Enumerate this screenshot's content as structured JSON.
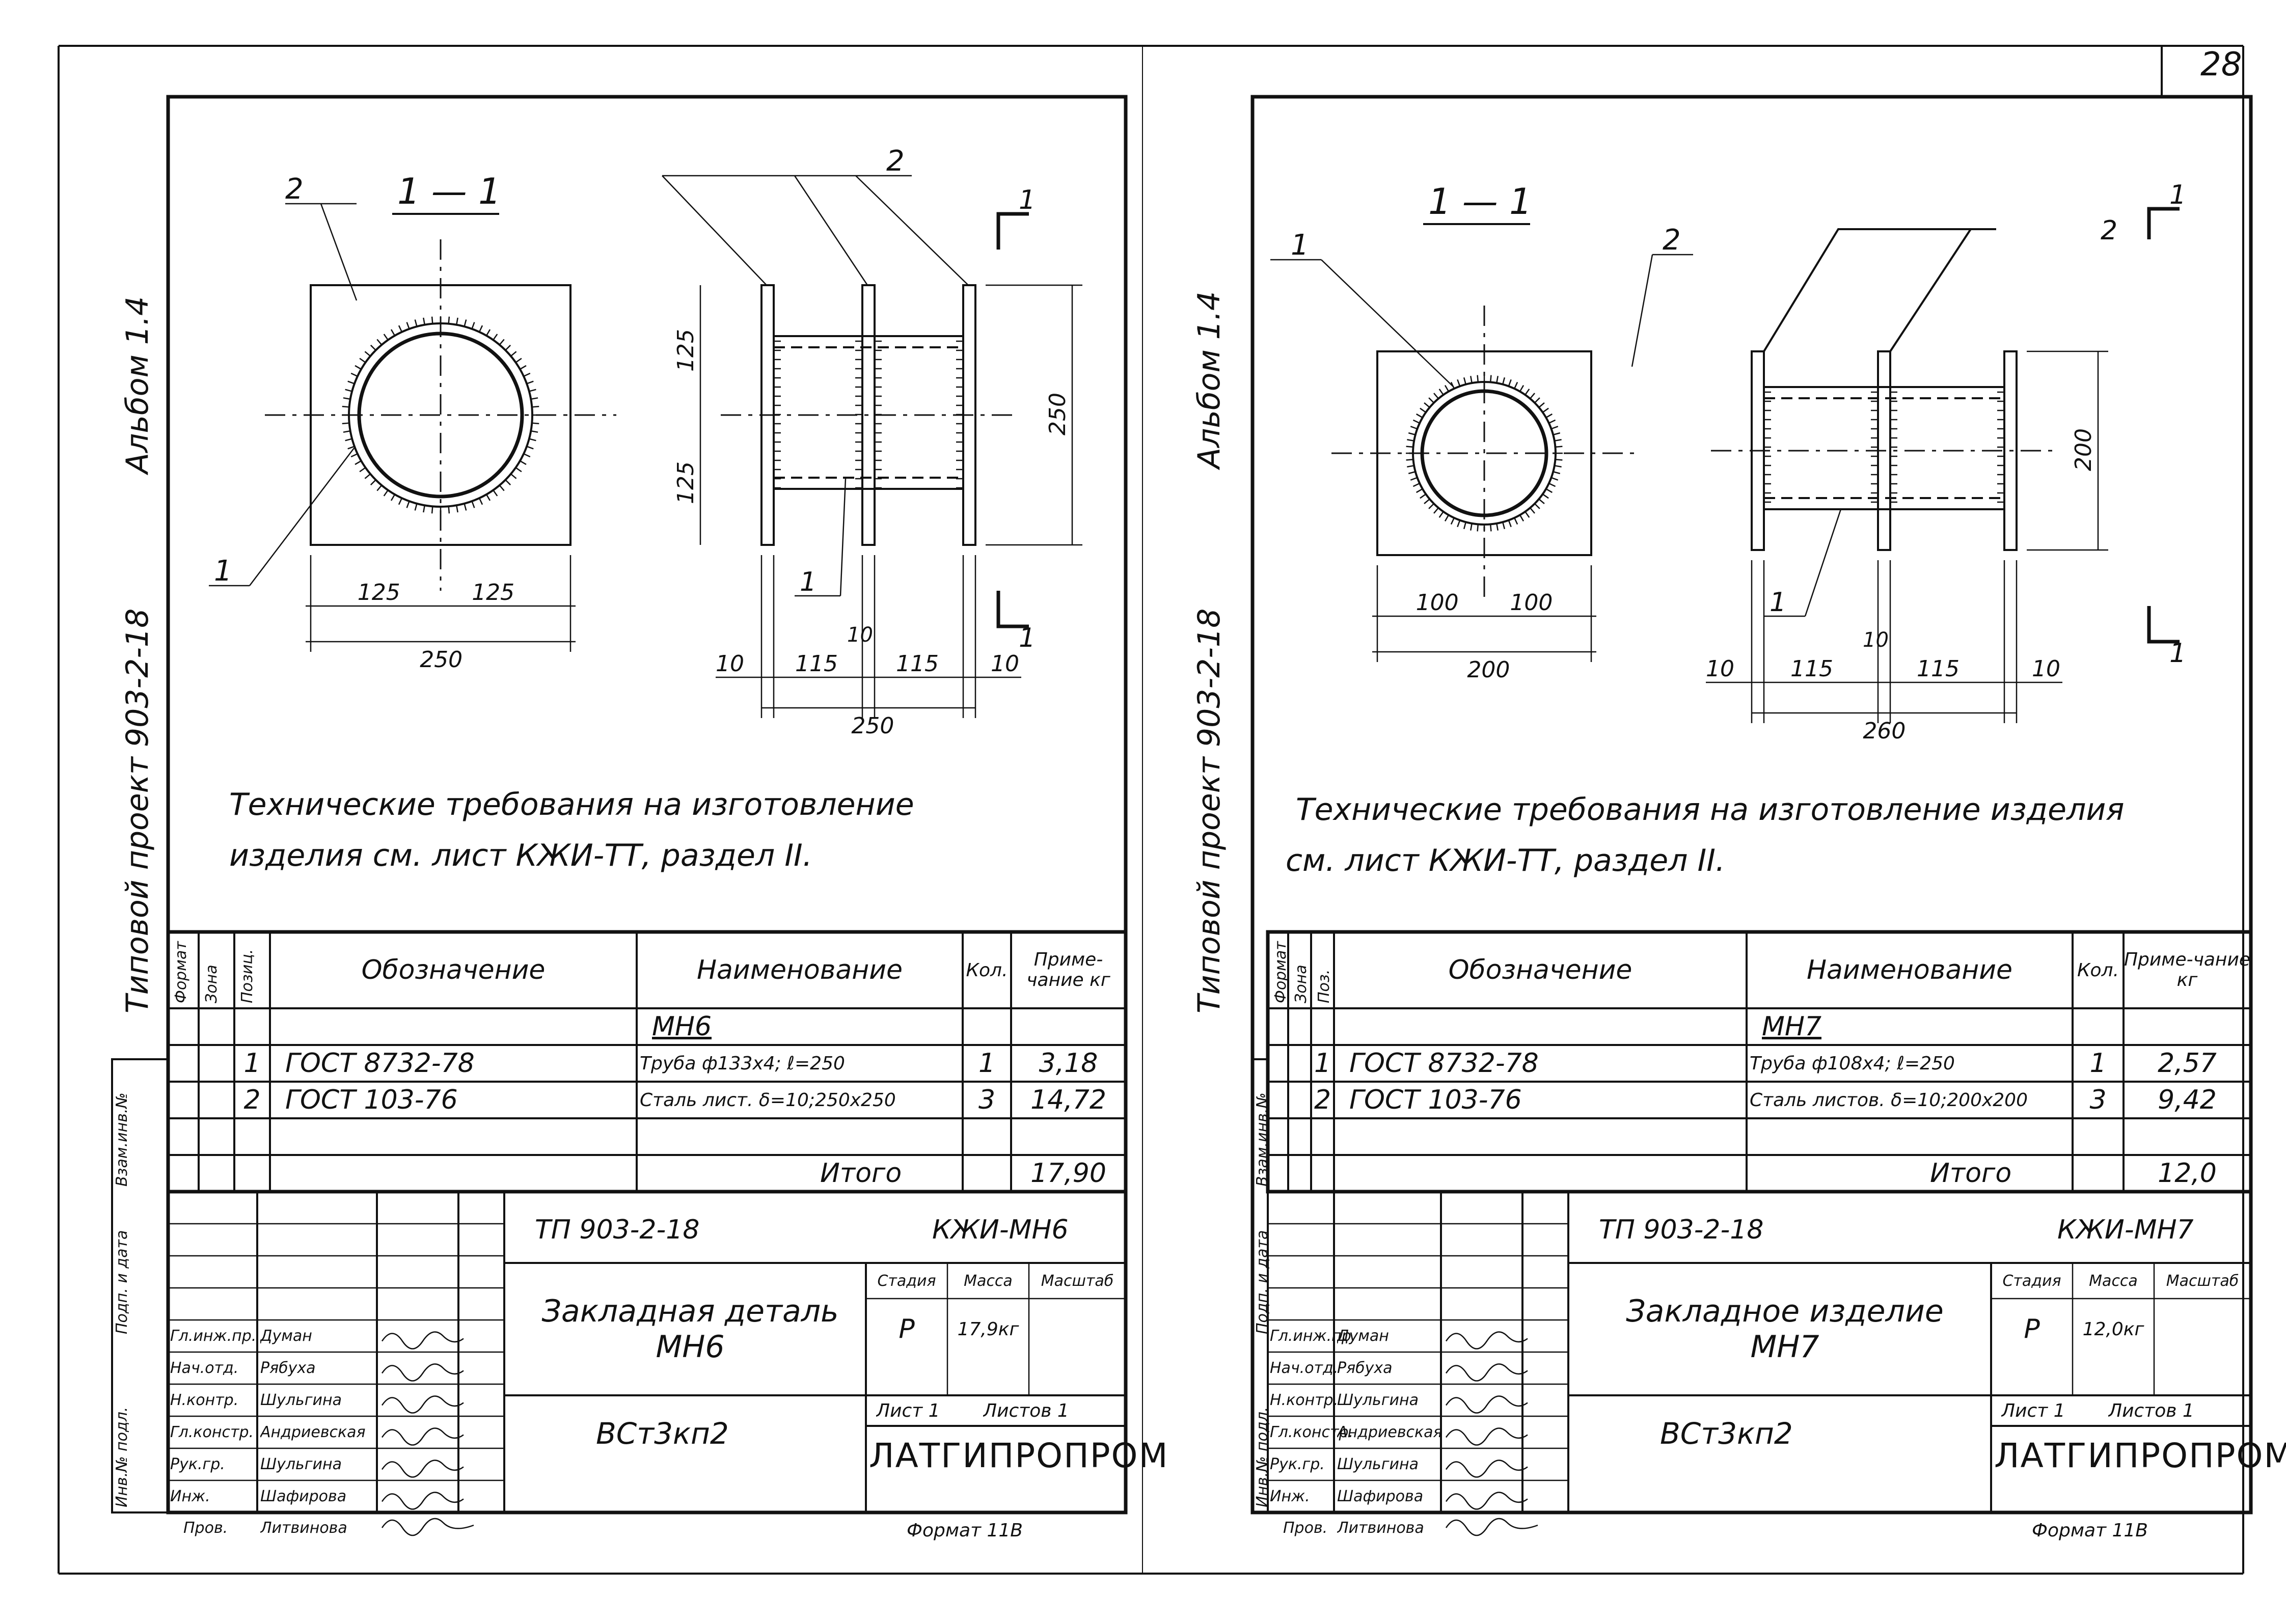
{
  "page_number": "28",
  "sheets": [
    {
      "side_album": "Альбом 1.4",
      "side_project": "Типовой проект 903-2-18",
      "section_label": "1 — 1",
      "cut_mark": "1",
      "callouts": {
        "pipe": "1",
        "plate": "2"
      },
      "dims": {
        "plate_half_a": "125",
        "plate_half_b": "125",
        "plate_total": "250",
        "gap": "10",
        "edge_a": "10",
        "span_a": "115",
        "span_b": "115",
        "edge_b": "10",
        "side_total": "250",
        "height_total": "250",
        "height_half_a": "125",
        "height_half_b": "125"
      },
      "notes": [
        "Технические требования на изготовление",
        "изделия см. лист КЖИ-ТТ, раздел II."
      ],
      "table": {
        "headers": {
          "format": "Формат",
          "zone": "Зона",
          "pos": "Позиц.",
          "designation": "Обозначение",
          "name": "Наименование",
          "qty": "Кол.",
          "note": "Приме-чание кг"
        },
        "group": "МН6",
        "rows": [
          {
            "pos": "1",
            "designation": "ГОСТ 8732-78",
            "name": "Труба ф133х4; ℓ=250",
            "qty": "1",
            "note": "3,18"
          },
          {
            "pos": "2",
            "designation": "ГОСТ 103-76",
            "name": "Сталь лист. δ=10;250х250",
            "qty": "3",
            "note": "14,72"
          }
        ],
        "total_label": "Итого",
        "total_value": "17,90"
      },
      "left_strip": [
        "Инв.№ подл.",
        "Подп. и дата",
        "Взам.инв.№"
      ],
      "title_block": {
        "project": "ТП 903-2-18",
        "code": "КЖИ-МН6",
        "title": "Закладная деталь МН6",
        "roles": [
          "Гл.инж.пр.",
          "Нач.отд.",
          "Н.контр.",
          "Гл.констр.",
          "Рук.гр.",
          "Инж."
        ],
        "names": [
          "Думан",
          "Рябуха",
          "Шульгина",
          "Андриевская",
          "Шульгина",
          "Шафирова"
        ],
        "checked_role": "Пров.",
        "checked_name": "Литвинова",
        "stage_label": "Стадия",
        "mass_label": "Масса",
        "scale_label": "Масштаб",
        "stage": "Р",
        "mass": "17,9кг",
        "sheet_label": "Лист 1",
        "sheets_label": "Листов 1",
        "material": "ВСт3кп2",
        "org": "ЛАТГИПРОПРОМ",
        "format": "Формат 11В"
      }
    },
    {
      "side_album": "Альбом 1.4",
      "side_project": "Типовой проект 903-2-18",
      "section_label": "1 — 1",
      "cut_mark": "1",
      "callouts": {
        "pipe": "1",
        "plate": "2"
      },
      "dims": {
        "plate_half_a": "100",
        "plate_half_b": "100",
        "plate_total": "200",
        "gap": "10",
        "edge_a": "10",
        "span_a": "115",
        "span_b": "115",
        "edge_b": "10",
        "side_total": "260",
        "height_total": "200"
      },
      "notes": [
        "Технические требования на изготовление изделия",
        "см. лист КЖИ-ТТ, раздел II."
      ],
      "table": {
        "headers": {
          "format": "Формат",
          "zone": "Зона",
          "pos": "Поз.",
          "designation": "Обозначение",
          "name": "Наименование",
          "qty": "Кол.",
          "note": "Приме-чание кг"
        },
        "group": "МН7",
        "rows": [
          {
            "pos": "1",
            "designation": "ГОСТ 8732-78",
            "name": "Труба ф108х4; ℓ=250",
            "qty": "1",
            "note": "2,57"
          },
          {
            "pos": "2",
            "designation": "ГОСТ 103-76",
            "name": "Сталь листов. δ=10;200х200",
            "qty": "3",
            "note": "9,42"
          }
        ],
        "total_label": "Итого",
        "total_value": "12,0"
      },
      "left_strip": [
        "Инв.№ подл.",
        "Подп. и дата",
        "Взам.инв.№"
      ],
      "title_block": {
        "project": "ТП 903-2-18",
        "code": "КЖИ-МН7",
        "title": "Закладное изделие МН7",
        "roles": [
          "Гл.инж.пр.",
          "Нач.отд.",
          "Н.контр.",
          "Гл.констр.",
          "Рук.гр.",
          "Инж."
        ],
        "names": [
          "Думан",
          "Рябуха",
          "Шульгина",
          "Андриевская",
          "Шульгина",
          "Шафирова"
        ],
        "checked_role": "Пров.",
        "checked_name": "Литвинова",
        "stage_label": "Стадия",
        "mass_label": "Масса",
        "scale_label": "Масштаб",
        "stage": "Р",
        "mass": "12,0кг",
        "sheet_label": "Лист 1",
        "sheets_label": "Листов 1",
        "material": "ВСт3кп2",
        "org": "ЛАТГИПРОПРОМ",
        "format": "Формат 11В"
      }
    }
  ]
}
